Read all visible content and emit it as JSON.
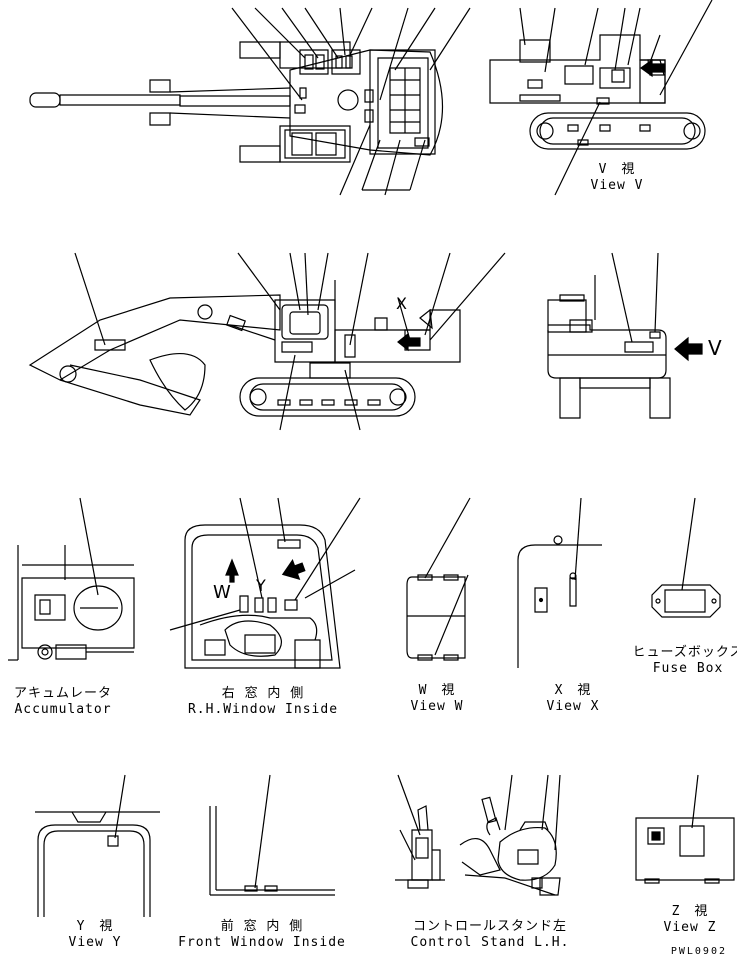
{
  "views": [
    {
      "id": "view-v",
      "jp": "V　視",
      "en": "View V"
    },
    {
      "id": "accumulator",
      "jp": "アキュムレータ",
      "en": "Accumulator"
    },
    {
      "id": "rh-window-inside",
      "jp": "右 窓 内 側",
      "en": "R.H.Window Inside"
    },
    {
      "id": "view-w",
      "jp": "W　視",
      "en": "View W"
    },
    {
      "id": "view-x",
      "jp": "X　視",
      "en": "View X"
    },
    {
      "id": "fuse-box",
      "jp": "ヒューズボックス",
      "en": "Fuse Box"
    },
    {
      "id": "view-y",
      "jp": "Y　視",
      "en": "View Y"
    },
    {
      "id": "front-window-inside",
      "jp": "前 窓 内 側",
      "en": "Front Window Inside"
    },
    {
      "id": "control-stand-lh",
      "jp": "コントロールスタンド左",
      "en": "Control Stand L.H."
    },
    {
      "id": "view-z",
      "jp": "Z　視",
      "en": "View Z"
    }
  ],
  "markers": {
    "v": "V",
    "w": "W",
    "x": "X",
    "y": "Y"
  },
  "drawing_code": "PWL0902"
}
